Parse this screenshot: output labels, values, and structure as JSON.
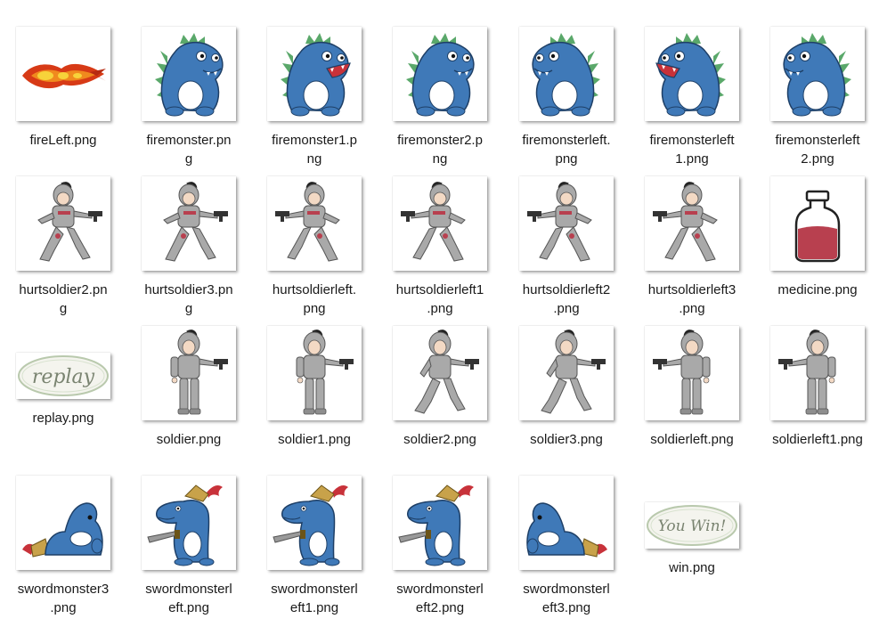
{
  "files": [
    {
      "name": "fireLeft.png",
      "label": "fireLeft.png",
      "icon": "fire-icon"
    },
    {
      "name": "firemonster.png",
      "label": "firemonster.pn\ng",
      "icon": "blue-monster-icon"
    },
    {
      "name": "firemonster1.png",
      "label": "firemonster1.p\nng",
      "icon": "blue-monster-roar-icon"
    },
    {
      "name": "firemonster2.png",
      "label": "firemonster2.p\nng",
      "icon": "blue-monster-icon"
    },
    {
      "name": "firemonsterleft.png",
      "label": "firemonsterleft.\npng",
      "icon": "blue-monster-left-icon"
    },
    {
      "name": "firemonsterleft1.png",
      "label": "firemonsterleft\n1.png",
      "icon": "blue-monster-left-roar-icon"
    },
    {
      "name": "firemonsterleft2.png",
      "label": "firemonsterleft\n2.png",
      "icon": "blue-monster-left-icon"
    },
    {
      "name": "hurtsoldier2.png",
      "label": "hurtsoldier2.pn\ng",
      "icon": "hurt-soldier-icon"
    },
    {
      "name": "hurtsoldier3.png",
      "label": "hurtsoldier3.pn\ng",
      "icon": "hurt-soldier-icon"
    },
    {
      "name": "hurtsoldierleft.png",
      "label": "hurtsoldierleft.\npng",
      "icon": "hurt-soldier-left-icon"
    },
    {
      "name": "hurtsoldierleft1.png",
      "label": "hurtsoldierleft1\n.png",
      "icon": "hurt-soldier-left-icon"
    },
    {
      "name": "hurtsoldierleft2.png",
      "label": "hurtsoldierleft2\n.png",
      "icon": "hurt-soldier-left-icon"
    },
    {
      "name": "hurtsoldierleft3.png",
      "label": "hurtsoldierleft3\n.png",
      "icon": "hurt-soldier-left-icon"
    },
    {
      "name": "medicine.png",
      "label": "medicine.png",
      "icon": "medicine-jar-icon"
    },
    {
      "name": "replay.png",
      "label": "replay.png",
      "icon": "replay-badge-icon",
      "badge_text": "replay"
    },
    {
      "name": "soldier.png",
      "label": "soldier.png",
      "icon": "soldier-icon"
    },
    {
      "name": "soldier1.png",
      "label": "soldier1.png",
      "icon": "soldier-icon"
    },
    {
      "name": "soldier2.png",
      "label": "soldier2.png",
      "icon": "soldier-walking-icon"
    },
    {
      "name": "soldier3.png",
      "label": "soldier3.png",
      "icon": "soldier-walking-icon"
    },
    {
      "name": "soldierleft.png",
      "label": "soldierleft.png",
      "icon": "soldier-left-icon"
    },
    {
      "name": "soldierleft1.png",
      "label": "soldierleft1.png",
      "icon": "soldier-left-icon"
    },
    {
      "name": "swordmonster3.png",
      "label": "swordmonster3\n.png",
      "icon": "sword-monster-lying-icon"
    },
    {
      "name": "swordmonsterleft.png",
      "label": "swordmonsterl\neft.png",
      "icon": "sword-monster-icon"
    },
    {
      "name": "swordmonsterleft1.png",
      "label": "swordmonsterl\neft1.png",
      "icon": "sword-monster-icon"
    },
    {
      "name": "swordmonsterleft2.png",
      "label": "swordmonsterl\neft2.png",
      "icon": "sword-monster-icon"
    },
    {
      "name": "swordmonsterleft3.png",
      "label": "swordmonsterl\neft3.png",
      "icon": "sword-monster-lying-right-icon"
    },
    {
      "name": "win.png",
      "label": "win.png",
      "icon": "win-badge-icon",
      "badge_text": "You Win!"
    }
  ],
  "colors": {
    "monster_blue": "#3f79b8",
    "monster_spikes": "#5aa86a",
    "armor_gray": "#a9a9a9",
    "medicine_red": "#b8404f",
    "fire_orange": "#e8641c",
    "plume_red": "#c8323a",
    "helmet_gold": "#c8a24a"
  }
}
